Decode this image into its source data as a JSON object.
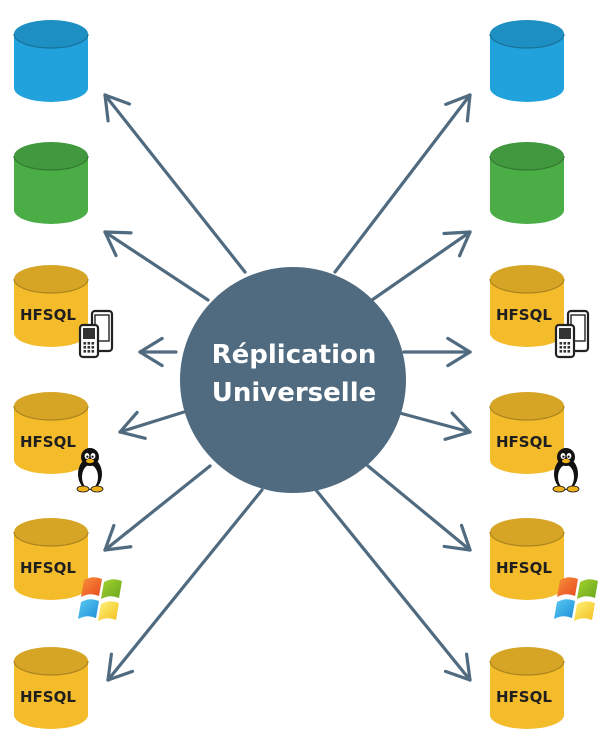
{
  "hub": {
    "line1": "Réplication",
    "line2": "Universelle",
    "color": "#506b80"
  },
  "colors": {
    "arrow": "#506b80",
    "blue_db": "#22a2dc",
    "green_db": "#4aad46",
    "hfsql_db": "#f4bc2b"
  },
  "databases": {
    "left": [
      {
        "type": "blue",
        "label": "",
        "platform": ""
      },
      {
        "type": "green",
        "label": "",
        "platform": ""
      },
      {
        "type": "hfsql",
        "label": "HFSQL",
        "platform": "mobile-icon"
      },
      {
        "type": "hfsql",
        "label": "HFSQL",
        "platform": "linux-tux-icon"
      },
      {
        "type": "hfsql",
        "label": "HFSQL",
        "platform": "windows-logo-icon"
      },
      {
        "type": "hfsql",
        "label": "HFSQL",
        "platform": ""
      }
    ],
    "right": [
      {
        "type": "blue",
        "label": "",
        "platform": ""
      },
      {
        "type": "green",
        "label": "",
        "platform": ""
      },
      {
        "type": "hfsql",
        "label": "HFSQL",
        "platform": "mobile-icon"
      },
      {
        "type": "hfsql",
        "label": "HFSQL",
        "platform": "linux-tux-icon"
      },
      {
        "type": "hfsql",
        "label": "HFSQL",
        "platform": "windows-logo-icon"
      },
      {
        "type": "hfsql",
        "label": "HFSQL",
        "platform": ""
      }
    ]
  }
}
